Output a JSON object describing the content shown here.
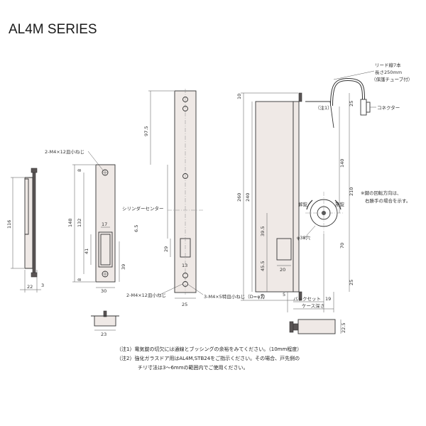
{
  "title": "AL4M  SERIES",
  "labels": {
    "screw_face": "2-M4×12皿小ねじ",
    "screw_strike": "2-M4×12皿小ねじ",
    "screw_special": "3-M4×5特皿小ねじ（D=φ7）",
    "cylinder_center": "シリンダーセンター",
    "lead_wire": [
      "リード線7本",
      "長さ250mm",
      "（保護チューブ付）"
    ],
    "connector": "コネクター",
    "note_marker": "（注1）",
    "rotation_note": [
      "※鍵の回転方向は、",
      "右勝手の場合を示す。"
    ],
    "unlock": "解錠",
    "lock": "施錠",
    "hole": "φ38穴",
    "backset": "バックセット",
    "case_depth": "ケース深さ"
  },
  "dims": {
    "d116": "116",
    "d22": "22",
    "d3": "3",
    "d148": "148",
    "d132": "132",
    "d8a": "8",
    "d8b": "8",
    "d41": "41",
    "d17": "17",
    "d39": "39",
    "d30": "30",
    "d23": "23",
    "d97_5": "97.5",
    "d6_5": "6.5",
    "d29": "29",
    "d13": "13",
    "d25a": "25",
    "d10a": "10",
    "d260": "260",
    "d240": "240",
    "d39_5": "39.5",
    "d45_5": "45.5",
    "d10b": "10",
    "d20": "20",
    "d25b": "25",
    "d140": "140",
    "d210": "210",
    "d70": "70",
    "d25c": "25",
    "d5": "5",
    "d19": "19",
    "d22_5": "22.5"
  },
  "notes": [
    "（注1）電気錠の切欠には通線とブッシングの余裕をみてください。（10mm程度）",
    "（注2）強化ガラスドア用はAL4M,STB24をご指示ください。その場合、戸先側の",
    "チリ寸法は3～6mmの範囲内でご使用ください。"
  ]
}
